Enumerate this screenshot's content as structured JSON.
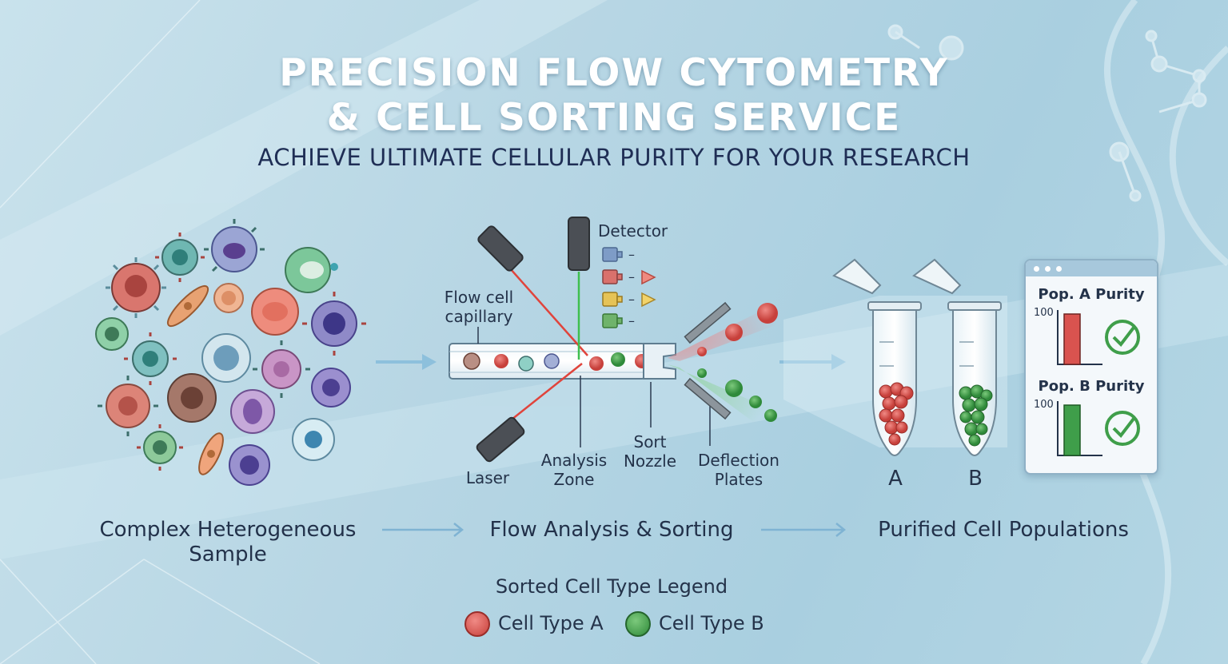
{
  "header": {
    "title_line1": "PRECISION FLOW CYTOMETRY",
    "title_line2": "& CELL SORTING SERVICE",
    "subtitle": "ACHIEVE ULTIMATE CELLULAR PURITY FOR YOUR RESEARCH"
  },
  "stages": {
    "sample": "Complex Heterogeneous Sample",
    "flow": "Flow Analysis & Sorting",
    "purified": "Purified Cell Populations"
  },
  "instrument": {
    "detector": "Detector",
    "flow_cell": "Flow cell capillary",
    "laser": "Laser",
    "analysis_zone": "Analysis Zone",
    "sort_nozzle": "Sort Nozzle",
    "deflection_plates": "Deflection Plates",
    "detector_channels": [
      {
        "color": "#7e9cc7",
        "marker": "–"
      },
      {
        "color": "#d9716c",
        "marker": "– ▷"
      },
      {
        "color": "#e6c357",
        "marker": "– ▷"
      },
      {
        "color": "#6fb36b",
        "marker": "–"
      }
    ]
  },
  "tubes": {
    "a_label": "A",
    "b_label": "B"
  },
  "purity_panel": {
    "pop_a_title": "Pop. A Purity",
    "pop_b_title": "Pop. B Purity",
    "axis_max": "100",
    "pop_a_color": "#d9534f",
    "pop_b_color": "#3f9e4a"
  },
  "legend": {
    "title": "Sorted Cell Type Legend",
    "items": [
      {
        "label": "Cell Type A",
        "color": "#d9534f"
      },
      {
        "label": "Cell Type B",
        "color": "#4aa352"
      }
    ]
  },
  "colors": {
    "cell_red": "#d9534f",
    "cell_green": "#4aa352",
    "arrow": "#7fb3d3",
    "laser_red": "#e0443c",
    "laser_green": "#3fbf4f"
  }
}
